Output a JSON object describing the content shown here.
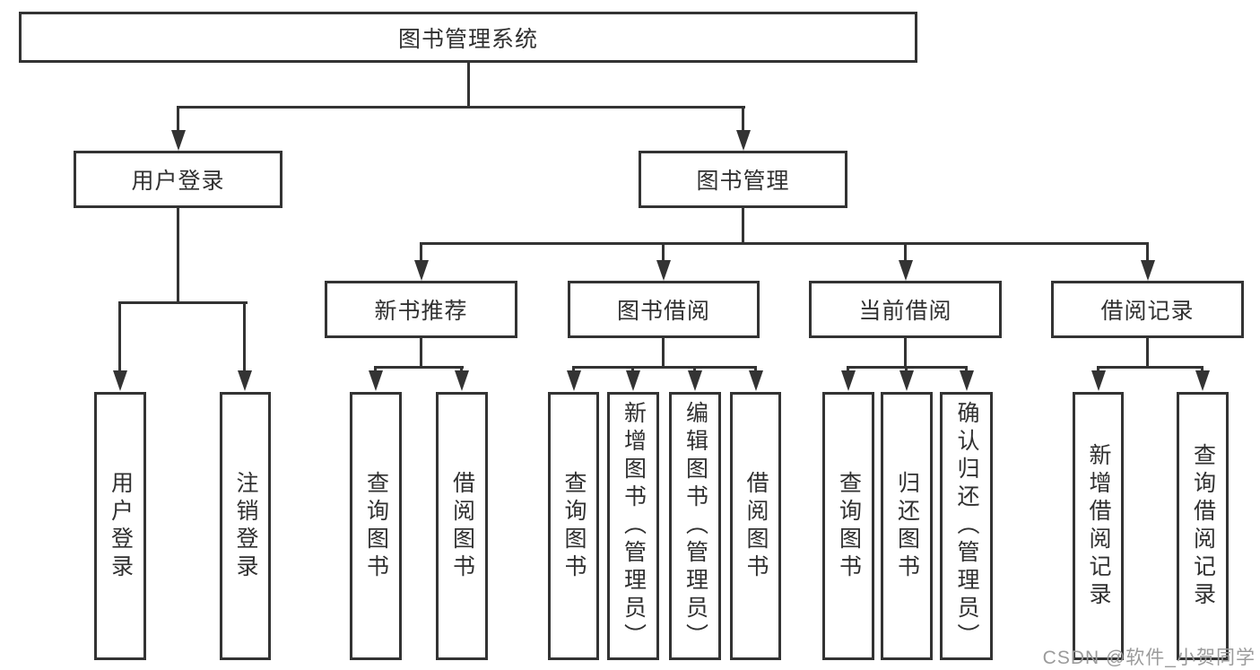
{
  "tree": {
    "root": "图书管理系统",
    "branches": [
      {
        "label": "用户登录",
        "children": [
          "用户登录",
          "注销登录"
        ]
      },
      {
        "label": "图书管理",
        "children": [
          {
            "label": "新书推荐",
            "children": [
              "查询图书",
              "借阅图书"
            ]
          },
          {
            "label": "图书借阅",
            "children": [
              "查询图书",
              "新增图书（管理员）",
              "编辑图书（管理员）",
              "借阅图书"
            ]
          },
          {
            "label": "当前借阅",
            "children": [
              "查询图书",
              "归还图书",
              "确认归还（管理员）"
            ]
          },
          {
            "label": "借阅记录",
            "children": [
              "新增借阅记录",
              "查询借阅记录"
            ]
          }
        ]
      }
    ]
  },
  "watermark": "CSDN @软件_小贺同学",
  "colors": {
    "line": "#333333",
    "box_border": "#333333",
    "text": "#303030",
    "watermark": "#9b9b9b",
    "background": "#ffffff"
  }
}
